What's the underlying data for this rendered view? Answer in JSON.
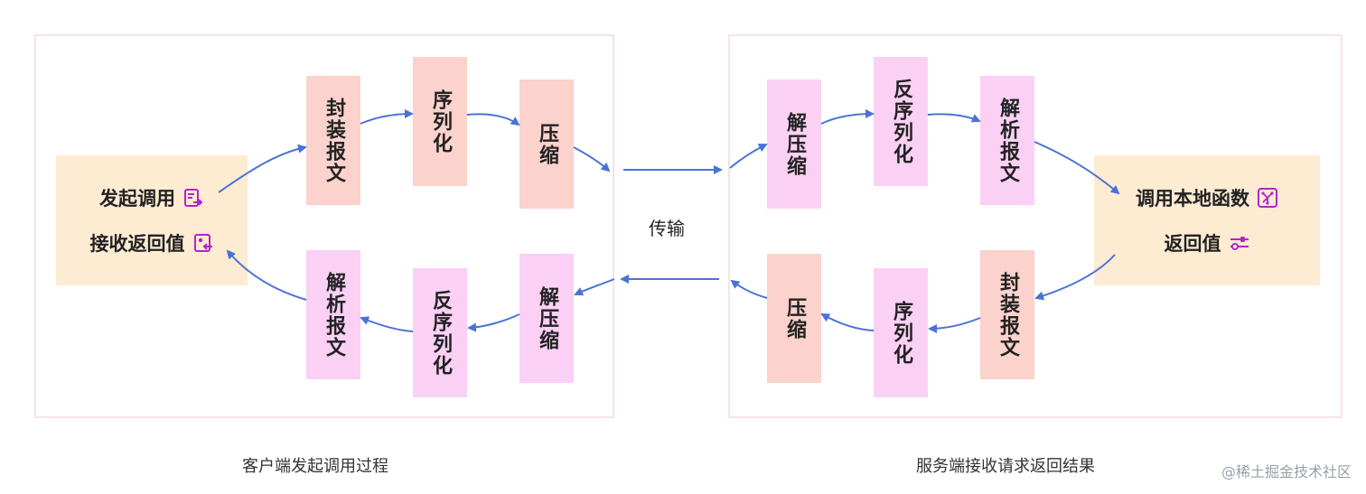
{
  "client": {
    "caption": "客户端发起调用过程",
    "endpoint": {
      "line1": "发起调用",
      "line2": "接收返回值",
      "icon1": "document-arrow-icon",
      "icon2": "return-doc-icon"
    },
    "top": [
      "封装报文",
      "序列化",
      "压缩"
    ],
    "bottom": [
      "解压缩",
      "反序列化",
      "解析报文"
    ]
  },
  "server": {
    "caption": "服务端接收请求返回结果",
    "endpoint": {
      "line1": "调用本地函数",
      "line2": "返回值",
      "icon1": "function-grid-icon",
      "icon2": "sliders-icon"
    },
    "top": [
      "解压缩",
      "反序列化",
      "解析报文"
    ],
    "bottom": [
      "封装报文",
      "序列化",
      "压缩"
    ]
  },
  "transfer_label": "传输",
  "watermark": "@稀土掘金技术社区",
  "colors": {
    "arrow": "#4a72d6",
    "salmon": "#fbd2cc",
    "pink": "#fad0f5",
    "cream": "#fdebd2",
    "icon": "#b026c6"
  }
}
